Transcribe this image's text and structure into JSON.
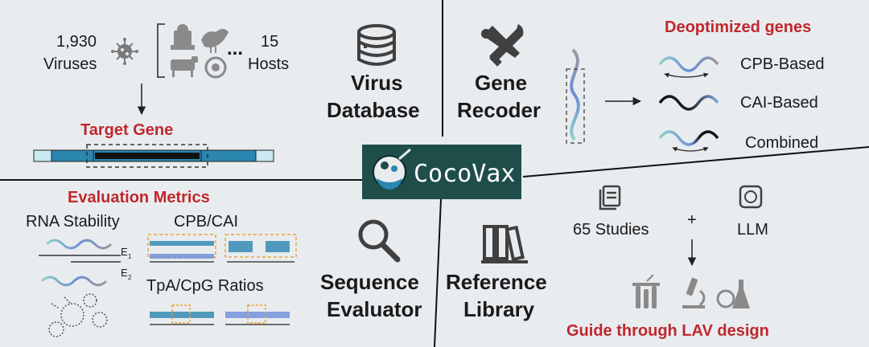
{
  "virus_db": {
    "virus_count": "1,930",
    "virus_word": "Viruses",
    "host_count": "15",
    "host_word": "Hosts",
    "ellipsis": "...",
    "title_line1": "Virus",
    "title_line2": "Database",
    "target_gene": "Target Gene"
  },
  "gene_recoder": {
    "title_line1": "Gene",
    "title_line2": "Recoder",
    "heading": "Deoptimized genes",
    "methods": [
      "CPB-Based",
      "CAI-Based",
      "Combined"
    ]
  },
  "center": {
    "logo": "CocoVax"
  },
  "evaluator": {
    "heading": "Evaluation Metrics",
    "rna_stability": "RNA Stability",
    "cpb_cai": "CPB/CAI",
    "tpa_cpg": "TpA/CpG Ratios",
    "e1": "E",
    "e1_sub": "1",
    "e2": "E",
    "e2_sub": "2",
    "title_line1": "Sequence",
    "title_line2": "Evaluator"
  },
  "library": {
    "title_line1": "Reference",
    "title_line2": "Library",
    "studies": "65 Studies",
    "plus": "+",
    "llm": "LLM",
    "guide": "Guide through LAV design"
  },
  "colors": {
    "accent_red": "#c0272d",
    "gene_blue": "#2b86b0",
    "gene_light": "#c9e9f3",
    "logo_bg": "#1f4e4a",
    "icon_gray": "#404040"
  }
}
